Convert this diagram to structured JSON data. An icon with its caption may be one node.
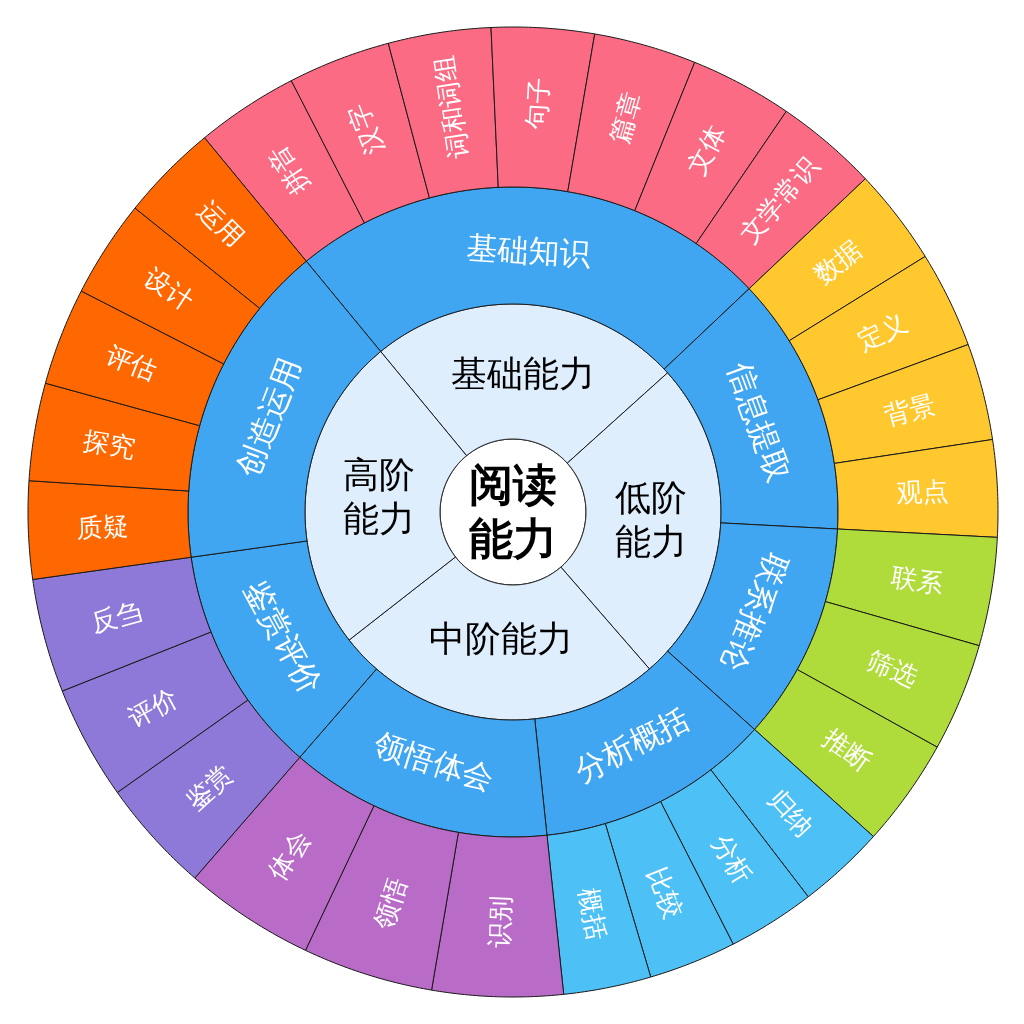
{
  "diagram": {
    "nodes": [
      {
        "text": [
          "阅读能力"
        ]
      },
      {
        "text": [
          "基础能力"
        ]
      },
      {
        "text": [
          "低阶能力"
        ]
      },
      {
        "text": [
          "中阶能力"
        ]
      },
      {
        "text": [
          "高阶能力"
        ]
      },
      {
        "text": [
          "基础知识"
        ]
      },
      {
        "text": [
          "信息提取"
        ]
      },
      {
        "text": [
          "联系推论"
        ]
      },
      {
        "text": [
          "分析概括"
        ]
      },
      {
        "text": [
          "领悟体会"
        ]
      },
      {
        "text": [
          "鉴赏评价"
        ]
      },
      {
        "text": [
          "创造运用"
        ]
      },
      {
        "text": [
          "拼音"
        ]
      },
      {
        "text": [
          "汉字"
        ]
      },
      {
        "text": [
          "词和词组"
        ]
      },
      {
        "text": [
          "句子"
        ]
      },
      {
        "text": [
          "篇章"
        ]
      },
      {
        "text": [
          "文体"
        ]
      },
      {
        "text": [
          "文学常识"
        ]
      },
      {
        "text": [
          "数据"
        ]
      },
      {
        "text": [
          "定义"
        ]
      },
      {
        "text": [
          "背景"
        ]
      },
      {
        "text": [
          "观点"
        ]
      },
      {
        "text": [
          "联系"
        ]
      },
      {
        "text": [
          "筛选"
        ]
      },
      {
        "text": [
          "推断"
        ]
      },
      {
        "text": [
          "归纳"
        ]
      },
      {
        "text": [
          "分析"
        ]
      },
      {
        "text": [
          "比较"
        ]
      },
      {
        "text": [
          "概括"
        ]
      },
      {
        "text": [
          "识别"
        ]
      },
      {
        "text": [
          "领悟"
        ]
      },
      {
        "text": [
          "体会"
        ]
      },
      {
        "text": [
          "鉴赏"
        ]
      },
      {
        "text": [
          "评价"
        ]
      },
      {
        "text": [
          "反刍"
        ]
      },
      {
        "text": [
          "质疑"
        ]
      },
      {
        "text": [
          "探究"
        ]
      },
      {
        "text": [
          "评估"
        ]
      },
      {
        "text": [
          "设计"
        ]
      },
      {
        "text": [
          "运用"
        ]
      }
    ]
  }
}
